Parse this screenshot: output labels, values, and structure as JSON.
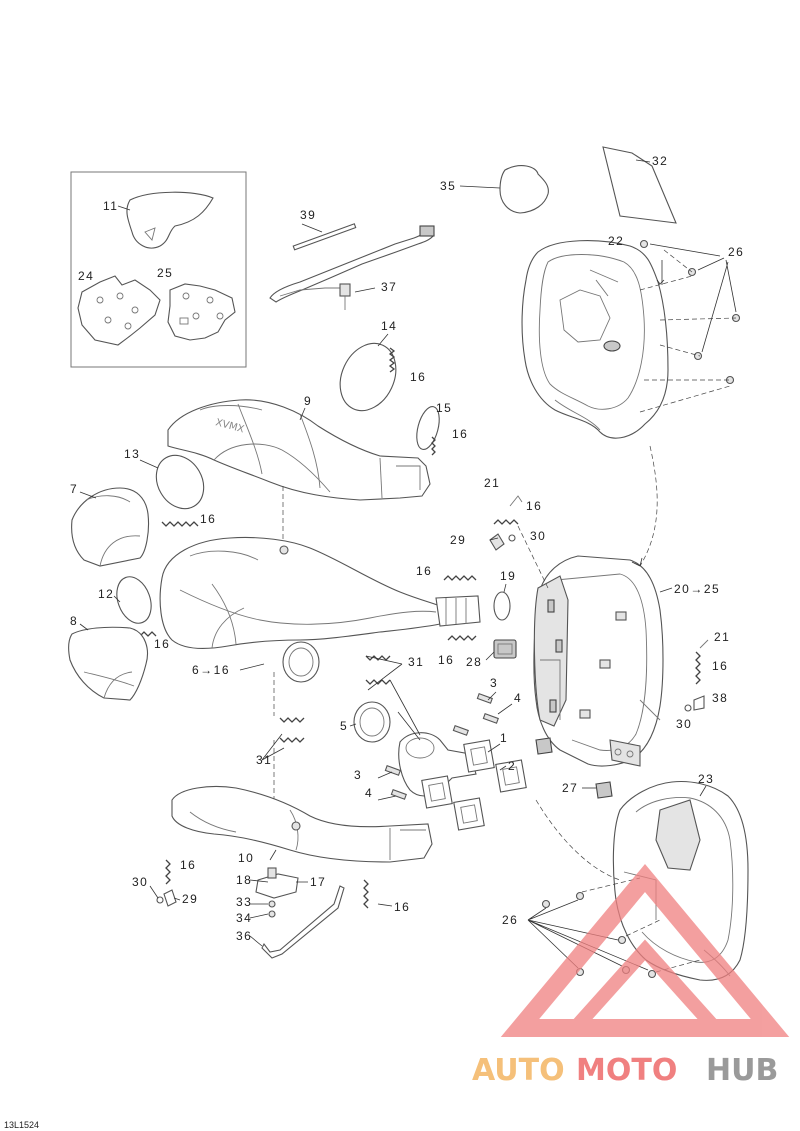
{
  "diagram_code": "13L1524",
  "callouts": {
    "c35": "35",
    "c32": "32",
    "c22": "22",
    "c26a": "26",
    "c11": "11",
    "c39": "39",
    "c24": "24",
    "c25": "25",
    "c37": "37",
    "c14": "14",
    "c16a": "16",
    "c9": "9",
    "c15": "15",
    "c16b": "16",
    "c13": "13",
    "c7": "7",
    "c16c": "16",
    "c21a": "21",
    "c16d": "16",
    "c29a": "29",
    "c30a": "30",
    "c16e": "16",
    "c19": "19",
    "c20": "20→25",
    "c12": "12",
    "c8": "8",
    "c16f": "16",
    "c6": "6→16",
    "c31a": "31",
    "c16g": "16",
    "c28": "28",
    "c21b": "21",
    "c16h": "16",
    "c3a": "3",
    "c4a": "4",
    "c38": "38",
    "c30b": "30",
    "c5": "5",
    "c1": "1",
    "c31b": "31",
    "c3b": "3",
    "c2": "2",
    "c4b": "4",
    "c27": "27",
    "c23": "23",
    "c10": "10",
    "c16i": "16",
    "c30c": "30",
    "c29b": "29",
    "c18": "18",
    "c17": "17",
    "c33": "33",
    "c34": "34",
    "c16j": "16",
    "c36": "36",
    "c26b": "26"
  },
  "watermark": {
    "part1": "AUTO",
    "part2": "MOTO",
    "part3": "HUB"
  },
  "colors": {
    "watermark_red": "#f08080",
    "watermark_orange": "#f5c07a",
    "watermark_gray": "#9a9a9a"
  }
}
